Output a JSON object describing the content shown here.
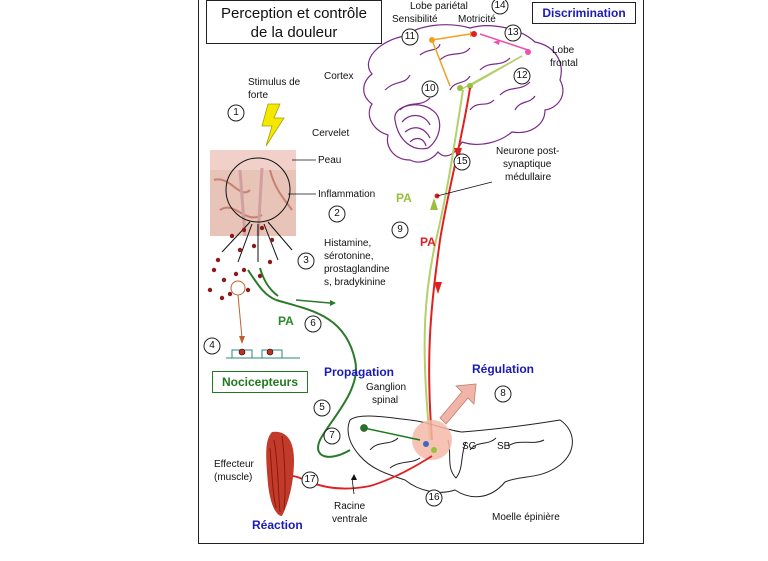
{
  "title_line1": "Perception et contrôle",
  "title_line2": "de  la  douleur",
  "discrimination": "Discrimination",
  "nociceptors": "Nocicepteurs",
  "labels": {
    "lobe_parietal": "Lobe pariétal",
    "sensibilite": "Sensibilité",
    "motricite": "Motricité",
    "lobe_frontal_1": "Lobe",
    "lobe_frontal_2": "frontal",
    "cortex": "Cortex",
    "cervelet": "Cervelet",
    "stimulus_1": "Stimulus de",
    "stimulus_2": "forte",
    "peau": "Peau",
    "inflammation": "Inflammation",
    "mediators_1": "Histamine,",
    "mediators_2": "sérotonine,",
    "mediators_3": "prostaglandine",
    "mediators_4": "s, bradykinine",
    "neurone_1": "Neurone post-",
    "neurone_2": "synaptique",
    "neurone_3": "médullaire",
    "pa": "PA",
    "propagation": "Propagation",
    "regulation": "Régulation",
    "ganglion_1": "Ganglion",
    "ganglion_2": "spinal",
    "effecteur_1": "Effecteur",
    "effecteur_2": "(muscle)",
    "reaction": "Réaction",
    "racine_1": "Racine",
    "racine_2": "ventrale",
    "moelle": "Moelle épinière",
    "sg": "SG",
    "sb": "SB"
  },
  "numbers": [
    "1",
    "2",
    "3",
    "4",
    "5",
    "6",
    "7",
    "8",
    "9",
    "10",
    "11",
    "12",
    "13",
    "14",
    "15",
    "16",
    "17"
  ],
  "colors": {
    "red_pathway": "#e02020",
    "green_pathway": "#2a7a2a",
    "lime_pathway": "#b5cf6a",
    "orange_pathway": "#f0a020",
    "pink_pathway": "#ef4fae",
    "brain_outline": "#7a2a8a",
    "blue_label": "#1a1ab8"
  }
}
